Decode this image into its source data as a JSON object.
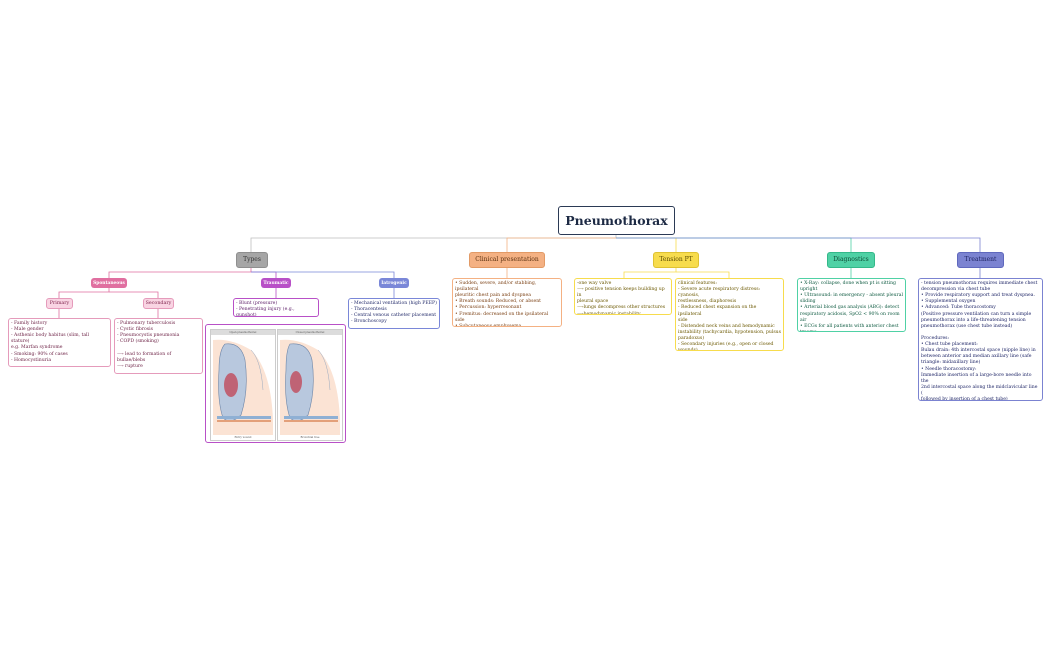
{
  "root": {
    "title": "Pneumothorax"
  },
  "branches": {
    "types": {
      "label": "Types"
    },
    "clinical": {
      "label": "Clinical presentation"
    },
    "tension": {
      "label": "Tension PT"
    },
    "diagnostics": {
      "label": "Diagnostics"
    },
    "treatment": {
      "label": "Treatment"
    }
  },
  "types": {
    "spontaneous": {
      "label": "Spontaneous"
    },
    "traumatic": {
      "label": "Traumatic"
    },
    "iatrogenic": {
      "label": "Iatrogenic"
    },
    "primary": {
      "label": "Primary"
    },
    "secondary": {
      "label": "Secondary"
    },
    "primary_details": [
      "- Family history",
      "- Male gender",
      "- Asthenic body habitus (slim, tall stature)",
      "e.g. Marfan syndrome",
      "- Smoking: 90% of cases",
      "- Homocystinuria"
    ],
    "secondary_details": [
      "- Pulmonary tuberculosis",
      "- Cystic fibrosis",
      "- Pneumocystis pneumonia",
      "- COPD (smoking)",
      "",
      "⟶ lead to formation of bullae/blebs",
      "⟶ rupture"
    ],
    "traumatic_details": [
      "- Blunt (pressure)",
      "- Penetrating injury (e.g., gunshot)"
    ],
    "iatrogenic_details": [
      "- Mechanical ventilation (high PEEP)",
      "- Thoracentesis",
      "- Central venous catheter placement",
      "- Bronchoscopy"
    ],
    "illustration": {
      "left_title": "Open pneumothorax",
      "right_title": "Closed pneumothorax",
      "left_caption": "Entry wound",
      "right_caption": "Bronchial tree"
    }
  },
  "clinical_details": [
    "• Sudden, severe, and/or stabbing, ipsilateral",
    "pleuritic chest pain and dyspnea",
    "• Breath sounds: Reduced, or absent",
    "• Percussion: hyperresonant",
    "• Fremitus: decreased on the ipsilateral side",
    "• Subcutaneous emphysema"
  ],
  "tension": {
    "left": [
      "-one way valve",
      "⟶ positive tension keeps building up in",
      "pleural space",
      "⟶lungs decompress other structures",
      "⟶hemodynamic instability"
    ],
    "right": [
      "clinical features:",
      "- Severe acute respiratory distress: cyanosis,",
      "restlessness, diaphoresis",
      "- Reduced chest expansion on the ipsilateral",
      "side",
      "- Distended neck veins and hemodynamic",
      "instability (tachycardia, hypotension, pulsus",
      "paradoxus)",
      "- Secondary injuries (e.g., open or closed",
      "wounds)"
    ]
  },
  "diagnostics_details": [
    "• X-Ray: collapse, done when pt is sitting",
    "upright",
    "• Ultrasound: in emergency - absent pleural",
    "sliding",
    "• Arterial blood gas analysis (ABG): detect",
    "respiratory acidosis, SpO2 < 90% on room air",
    "• ECGs for all patients with anterior chest",
    "trauma"
  ],
  "treatment_details": [
    "- tension pneumothorax requires immediate chest",
    "decompression via chest tube",
    "• Provide respiratory support and treat dyspnea.",
    "• Supplemental oxygen",
    "• Advanced: Tube thoracostomy",
    "(Positive pressure ventilation can turn a simple",
    "pneumothorax into a life-threatening tension",
    "pneumothorax (use chest tube instead)",
    "",
    "Procedures:",
    "• Chest tube placement:",
    "Bulau drain: 4th intercostal space (nipple line) in",
    "between anterior and median axillary line (safe",
    "triangle: midaxillary line)",
    "• Needle thoracostomy:",
    "Immediate insertion of a large-bore needle into the",
    "2nd intercostal space along the midclavicular line (",
    "followed by insertion of a chest tube)"
  ],
  "colors": {
    "root_border": "#2b3a55",
    "types": "#a6a6a6",
    "clinical": "#f4b183",
    "tension": "#f7dc4d",
    "diagnostics": "#4fd1a5",
    "treatment": "#7b83d1",
    "spontaneous": "#e06fa0",
    "traumatic": "#b850c7",
    "iatrogenic": "#7a87d8"
  }
}
